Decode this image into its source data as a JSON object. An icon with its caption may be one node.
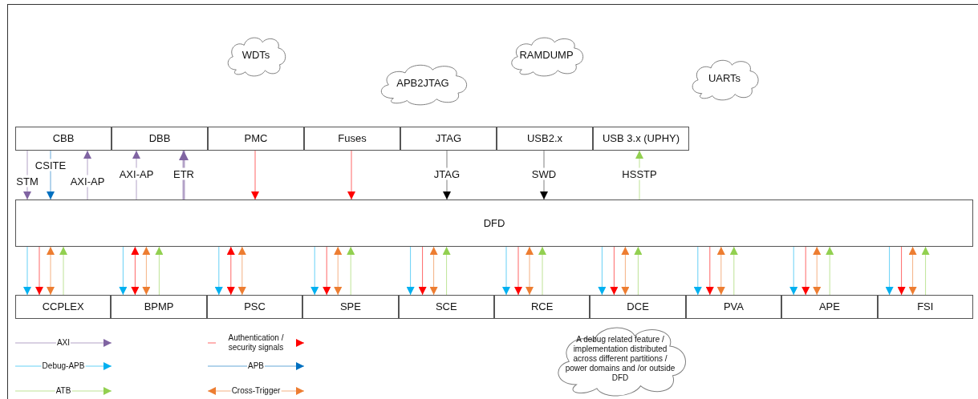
{
  "diagram": {
    "nodes": [
      {
        "text": [
          "WDTs"
        ]
      },
      {
        "text": [
          "APB2JTAG"
        ]
      },
      {
        "text": [
          "RAMDUMP"
        ]
      },
      {
        "text": [
          "UARTs"
        ]
      },
      {
        "text": [
          "CBB"
        ]
      },
      {
        "text": [
          "DBB"
        ]
      },
      {
        "text": [
          "PMC"
        ]
      },
      {
        "text": [
          "Fuses"
        ]
      },
      {
        "text": [
          "JTAG"
        ]
      },
      {
        "text": [
          "USB2.x"
        ]
      },
      {
        "text": [
          "USB 3.x (UPHY)"
        ]
      },
      {
        "text": [
          "DFD"
        ]
      },
      {
        "text": [
          "CCPLEX"
        ]
      },
      {
        "text": [
          "BPMP"
        ]
      },
      {
        "text": [
          "PSC"
        ]
      },
      {
        "text": [
          "SPE"
        ]
      },
      {
        "text": [
          "SCE"
        ]
      },
      {
        "text": [
          "RCE"
        ]
      },
      {
        "text": [
          "DCE"
        ]
      },
      {
        "text": [
          "PVA"
        ]
      },
      {
        "text": [
          "APE"
        ]
      },
      {
        "text": [
          "FSI"
        ]
      },
      {
        "text": [
          "A debug related feature / implementation distributed across different partitions / power domains and /or outside DFD"
        ]
      }
    ],
    "edges": [
      {
        "from": 4,
        "to": 11,
        "arrow": "to",
        "label": "STM",
        "color": "#8064a2"
      },
      {
        "from": 4,
        "to": 11,
        "arrow": "to",
        "label": "CSITE",
        "color": "#0070c0"
      },
      {
        "from": 11,
        "to": 4,
        "arrow": "to",
        "label": "AXI-AP",
        "color": "#8064a2"
      },
      {
        "from": 11,
        "to": 5,
        "arrow": "to",
        "label": "AXI-AP",
        "color": "#8064a2"
      },
      {
        "from": 11,
        "to": 5,
        "arrow": "to",
        "label": "ETR",
        "color": "#8064a2",
        "style": "thick"
      },
      {
        "from": 6,
        "to": 11,
        "arrow": "to",
        "color": "#ff0000"
      },
      {
        "from": 7,
        "to": 11,
        "arrow": "to",
        "color": "#ff0000"
      },
      {
        "from": 8,
        "to": 11,
        "arrow": "to",
        "label": "JTAG",
        "color": "#000000"
      },
      {
        "from": 9,
        "to": 11,
        "arrow": "to",
        "label": "SWD",
        "color": "#000000"
      },
      {
        "from": 11,
        "to": 10,
        "arrow": "to",
        "label": "HSSTP",
        "color": "#92d050"
      },
      {
        "from": 11,
        "to": 12,
        "arrow": "to",
        "color": "#00b0f0"
      },
      {
        "from": 11,
        "to": 12,
        "arrow": "to",
        "color": "#ff0000"
      },
      {
        "from": 11,
        "to": 12,
        "arrow": "both",
        "color": "#ed7d31"
      },
      {
        "from": 12,
        "to": 11,
        "arrow": "to",
        "color": "#92d050"
      },
      {
        "from": 11,
        "to": 13,
        "arrow": "to",
        "color": "#00b0f0"
      },
      {
        "from": 11,
        "to": 13,
        "arrow": "both",
        "color": "#ff0000"
      },
      {
        "from": 11,
        "to": 13,
        "arrow": "both",
        "color": "#ed7d31"
      },
      {
        "from": 13,
        "to": 11,
        "arrow": "to",
        "color": "#92d050"
      },
      {
        "from": 11,
        "to": 14,
        "arrow": "to",
        "color": "#00b0f0"
      },
      {
        "from": 11,
        "to": 14,
        "arrow": "both",
        "color": "#ff0000"
      },
      {
        "from": 11,
        "to": 14,
        "arrow": "both",
        "color": "#ed7d31"
      },
      {
        "from": 11,
        "to": 15,
        "arrow": "to",
        "color": "#00b0f0"
      },
      {
        "from": 11,
        "to": 15,
        "arrow": "to",
        "color": "#ff0000"
      },
      {
        "from": 11,
        "to": 15,
        "arrow": "both",
        "color": "#ed7d31"
      },
      {
        "from": 15,
        "to": 11,
        "arrow": "to",
        "color": "#92d050"
      },
      {
        "from": 11,
        "to": 16,
        "arrow": "to",
        "color": "#00b0f0"
      },
      {
        "from": 11,
        "to": 16,
        "arrow": "to",
        "color": "#ff0000"
      },
      {
        "from": 11,
        "to": 16,
        "arrow": "both",
        "color": "#ed7d31"
      },
      {
        "from": 16,
        "to": 11,
        "arrow": "to",
        "color": "#92d050"
      },
      {
        "from": 11,
        "to": 17,
        "arrow": "to",
        "color": "#00b0f0"
      },
      {
        "from": 11,
        "to": 17,
        "arrow": "to",
        "color": "#ff0000"
      },
      {
        "from": 11,
        "to": 17,
        "arrow": "both",
        "color": "#ed7d31"
      },
      {
        "from": 17,
        "to": 11,
        "arrow": "to",
        "color": "#92d050"
      },
      {
        "from": 11,
        "to": 18,
        "arrow": "to",
        "color": "#00b0f0"
      },
      {
        "from": 11,
        "to": 18,
        "arrow": "to",
        "color": "#ff0000"
      },
      {
        "from": 11,
        "to": 18,
        "arrow": "both",
        "color": "#ed7d31"
      },
      {
        "from": 18,
        "to": 11,
        "arrow": "to",
        "color": "#92d050"
      },
      {
        "from": 11,
        "to": 19,
        "arrow": "to",
        "color": "#00b0f0"
      },
      {
        "from": 11,
        "to": 19,
        "arrow": "to",
        "color": "#ff0000"
      },
      {
        "from": 11,
        "to": 19,
        "arrow": "both",
        "color": "#ed7d31"
      },
      {
        "from": 19,
        "to": 11,
        "arrow": "to",
        "color": "#92d050"
      },
      {
        "from": 11,
        "to": 20,
        "arrow": "to",
        "color": "#00b0f0"
      },
      {
        "from": 11,
        "to": 20,
        "arrow": "to",
        "color": "#ff0000"
      },
      {
        "from": 11,
        "to": 20,
        "arrow": "both",
        "color": "#ed7d31"
      },
      {
        "from": 20,
        "to": 11,
        "arrow": "to",
        "color": "#92d050"
      },
      {
        "from": 11,
        "to": 21,
        "arrow": "to",
        "color": "#00b0f0"
      },
      {
        "from": 11,
        "to": 21,
        "arrow": "to",
        "color": "#ff0000"
      },
      {
        "from": 11,
        "to": 21,
        "arrow": "both",
        "color": "#ed7d31"
      },
      {
        "from": 21,
        "to": 11,
        "arrow": "to",
        "color": "#92d050"
      }
    ],
    "legend": [
      {
        "text": "AXI"
      },
      {
        "text": "Authentication / security signals"
      },
      {
        "text": "Debug-APB"
      },
      {
        "text": "APB"
      },
      {
        "text": "ATB"
      },
      {
        "text": "Cross-Trigger"
      }
    ]
  }
}
